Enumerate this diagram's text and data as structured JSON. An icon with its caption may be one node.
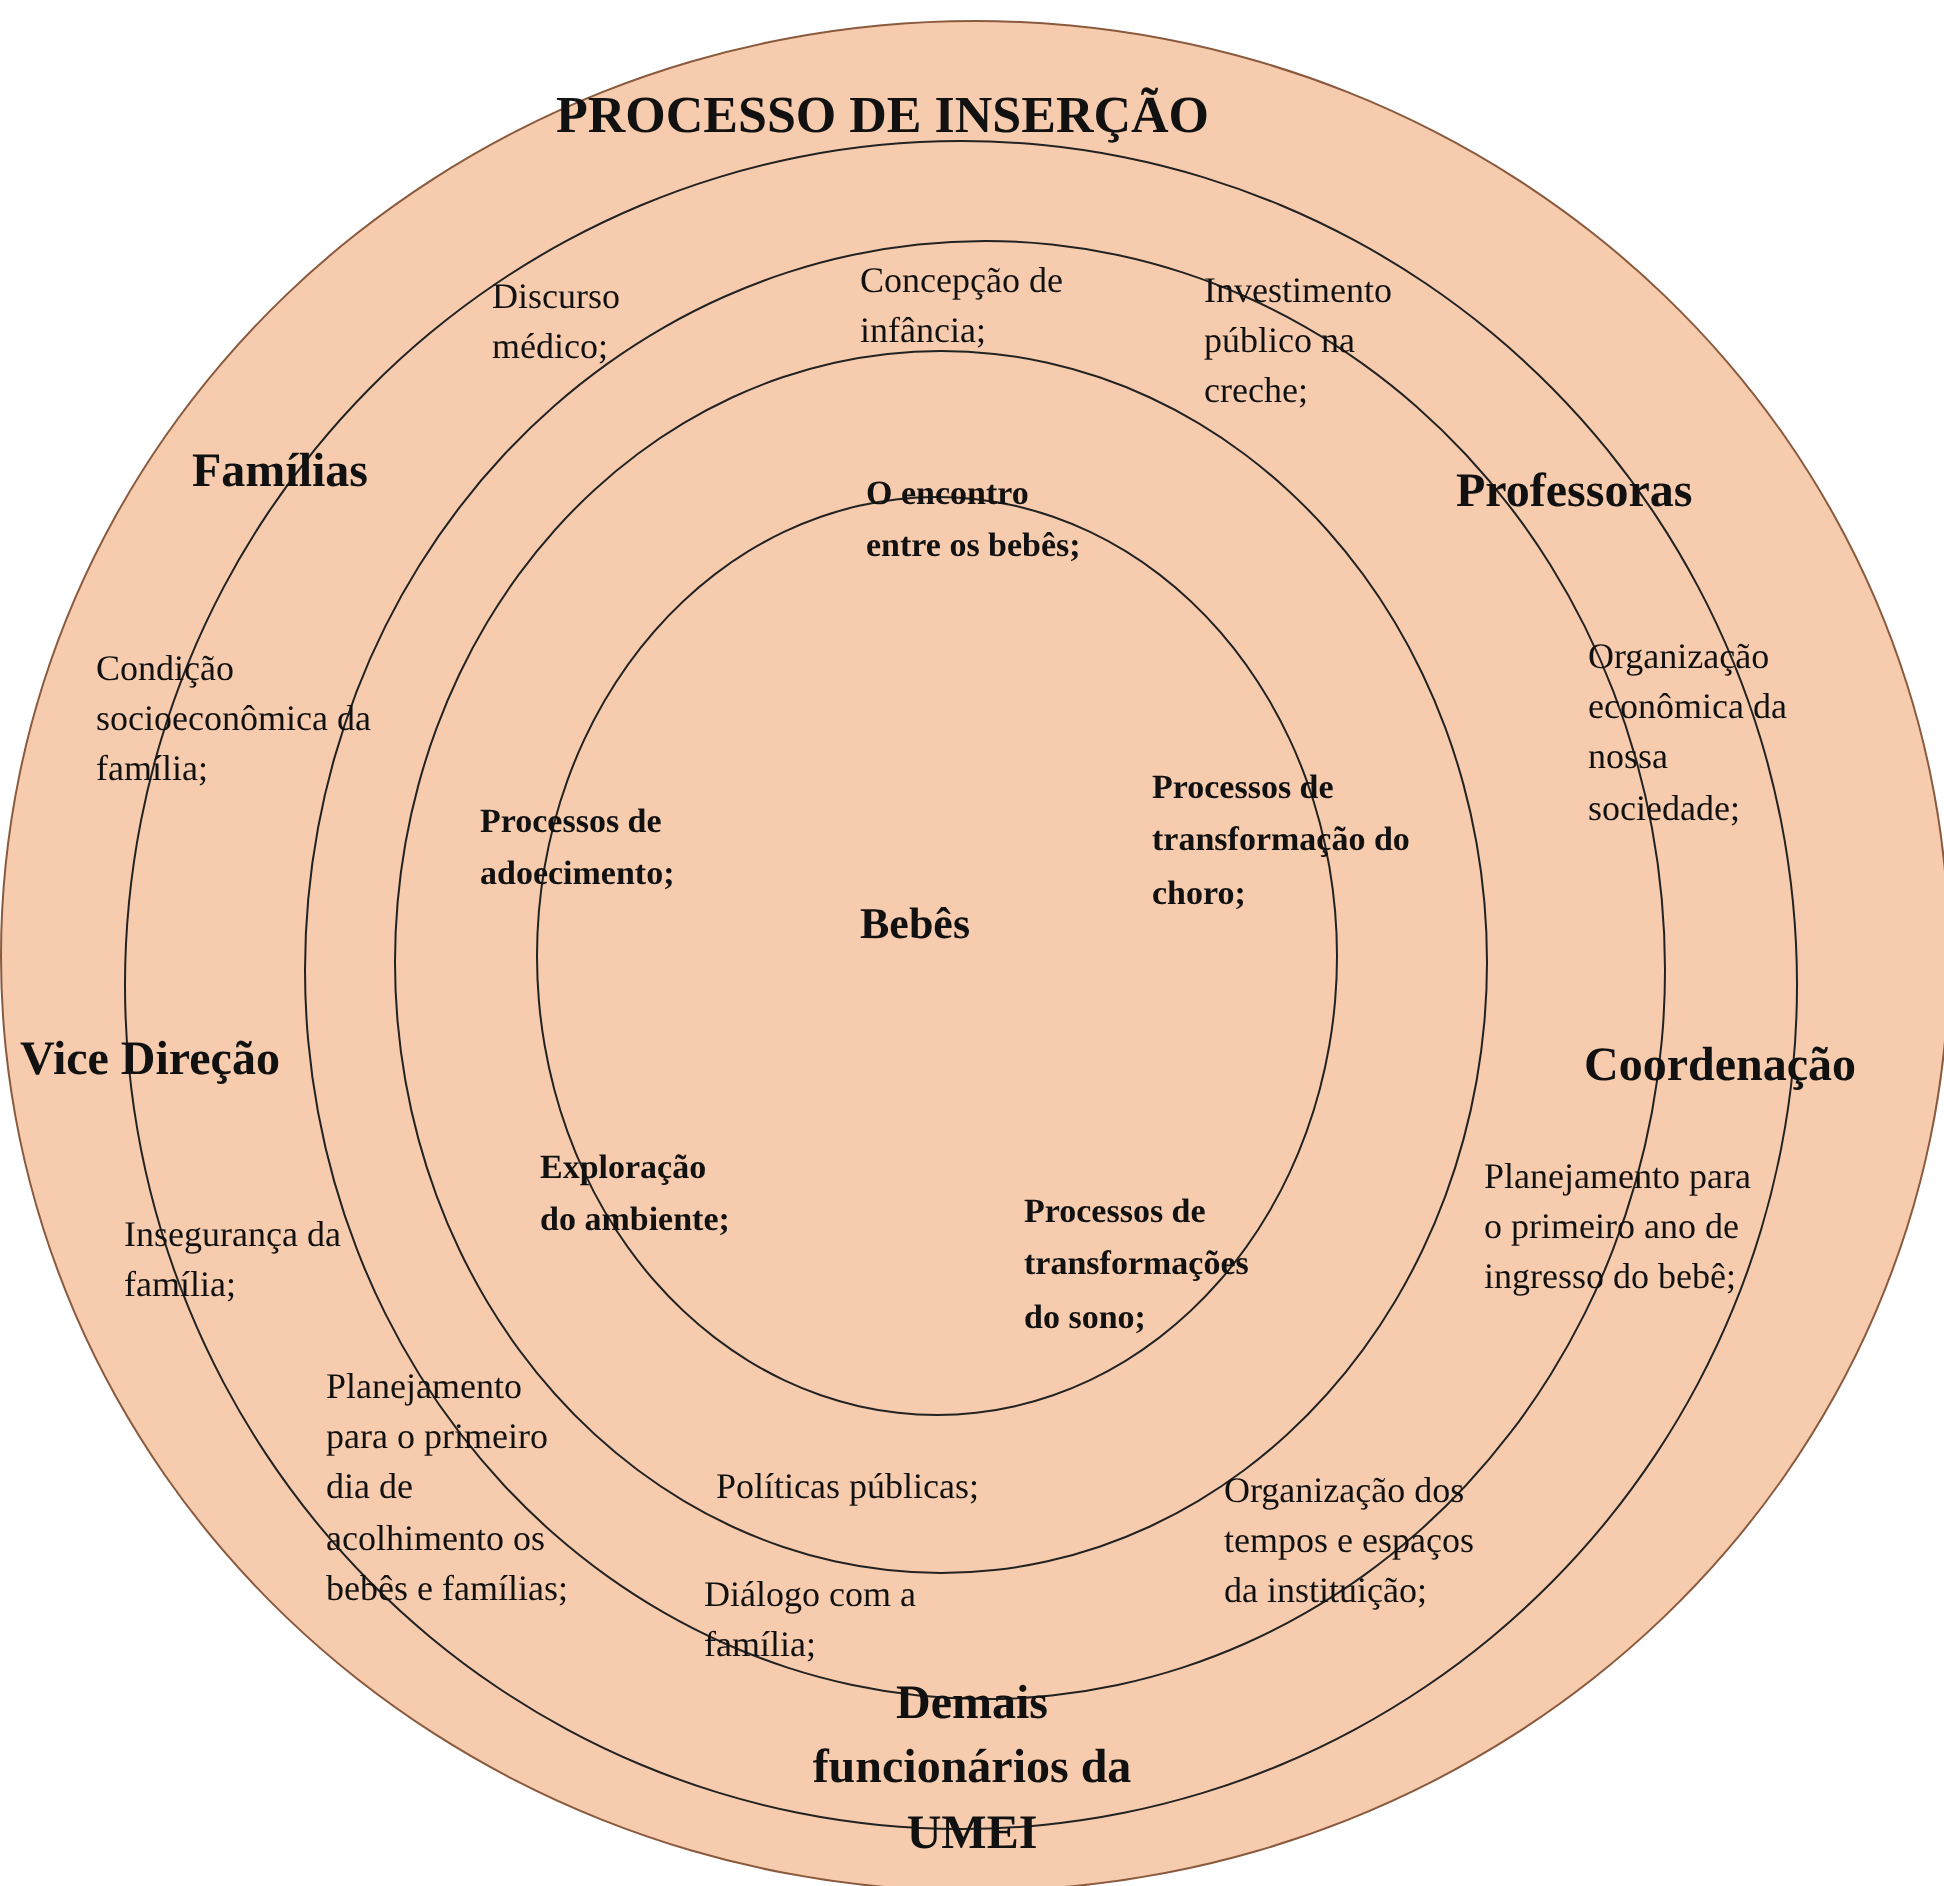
{
  "diagram": {
    "nodes": [
      {
        "text": [
          "PROCESSO DE INSERÇÃO"
        ]
      },
      {
        "text": [
          "Famílias",
          "Condição socioeconômica da família;",
          "Organização econômica da nossa sociedade;",
          "Vice Direção",
          "Coordenação",
          "Insegurança da família;",
          "Demais funcionários da UMEI"
        ],
        "in": 0
      },
      {
        "text": [
          "Discurso médico;",
          "Concepção de infância;",
          "Investimento público na creche;",
          "Professoras",
          "Planejamento para o primeiro ano de ingresso do bebê;",
          "Diálogo com a família;"
        ],
        "in": 1
      },
      {
        "text": [
          "Planejamento para o primeiro dia de acolhimento os bebês e famílias;",
          "Políticas públicas;",
          "Organização dos tempos e espaços da instituição;"
        ],
        "in": 2
      },
      {
        "text": [
          "O encontro entre os bebês;",
          "Processos de adoecimento;",
          "Processos de transformação do choro;",
          "Bebês",
          "Exploração do ambiente;",
          "Processos de transformações do sono;"
        ],
        "in": 3
      }
    ]
  }
}
